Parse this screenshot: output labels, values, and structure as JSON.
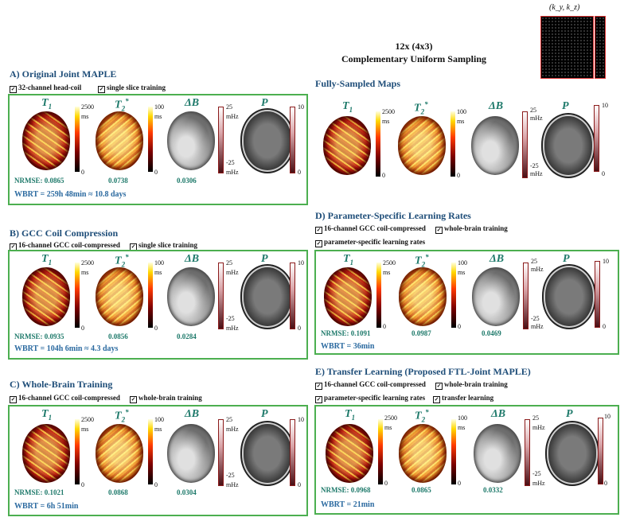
{
  "header": {
    "sampling_label": "(k_y, k_z)",
    "accel": "12x (4x3)",
    "pattern": "Complementary Uniform Sampling"
  },
  "maps": {
    "t1": "T",
    "t1_sub": "1",
    "t2": "T",
    "t2_sub": "2",
    "t2_sup": "*",
    "db": "ΔB",
    "p": "P"
  },
  "scales": {
    "t1_max": "2500",
    "t1_unit": "ms",
    "t1_min": "0",
    "t2_max": "100",
    "t2_unit": "ms",
    "t2_min": "0",
    "db_max": "25",
    "db_unit": "mHz",
    "db_min": "-25",
    "p_max": "10",
    "p_min": "0"
  },
  "sections": {
    "A": {
      "title": "A) Original Joint MAPLE",
      "checks": [
        "32-channel head-coil",
        "single slice training"
      ],
      "nrmse_label": "NRMSE: ",
      "nrmse_t1": "0.0865",
      "nrmse_t2": "0.0738",
      "nrmse_db": "0.0306",
      "wbrt": "WBRT = 259h 48min ≈ 10.8 days"
    },
    "full": {
      "title": "Fully-Sampled Maps"
    },
    "B": {
      "title": "B) GCC Coil Compression",
      "checks": [
        "16-channel GCC coil-compressed",
        "single slice training"
      ],
      "nrmse_label": "NRMSE: ",
      "nrmse_t1": "0.0935",
      "nrmse_t2": "0.0856",
      "nrmse_db": "0.0284",
      "wbrt": "WBRT = 104h 6min ≈ 4.3 days"
    },
    "C": {
      "title": "C) Whole-Brain Training",
      "checks": [
        "16-channel GCC coil-compressed",
        "whole-brain training"
      ],
      "nrmse_label": "NRMSE: ",
      "nrmse_t1": "0.1021",
      "nrmse_t2": "0.0868",
      "nrmse_db": "0.0304",
      "wbrt": "WBRT =  6h 51min"
    },
    "D": {
      "title": "D) Parameter-Specific Learning Rates",
      "checks": [
        "16-channel GCC coil-compressed",
        "whole-brain training",
        "parameter-specific learning rates"
      ],
      "nrmse_label": "NRMSE: ",
      "nrmse_t1": "0.1091",
      "nrmse_t2": "0.0987",
      "nrmse_db": "0.0469",
      "wbrt": "WBRT =  36min"
    },
    "E": {
      "title": "E) Transfer Learning (Proposed FTL-Joint MAPLE)",
      "checks": [
        "16-channel GCC coil-compressed",
        "whole-brain training",
        "parameter-specific learning rates",
        "transfer learning"
      ],
      "nrmse_label": "NRMSE: ",
      "nrmse_t1": "0.0968",
      "nrmse_t2": "0.0865",
      "nrmse_db": "0.0332",
      "wbrt": "WBRT = 21min"
    }
  }
}
